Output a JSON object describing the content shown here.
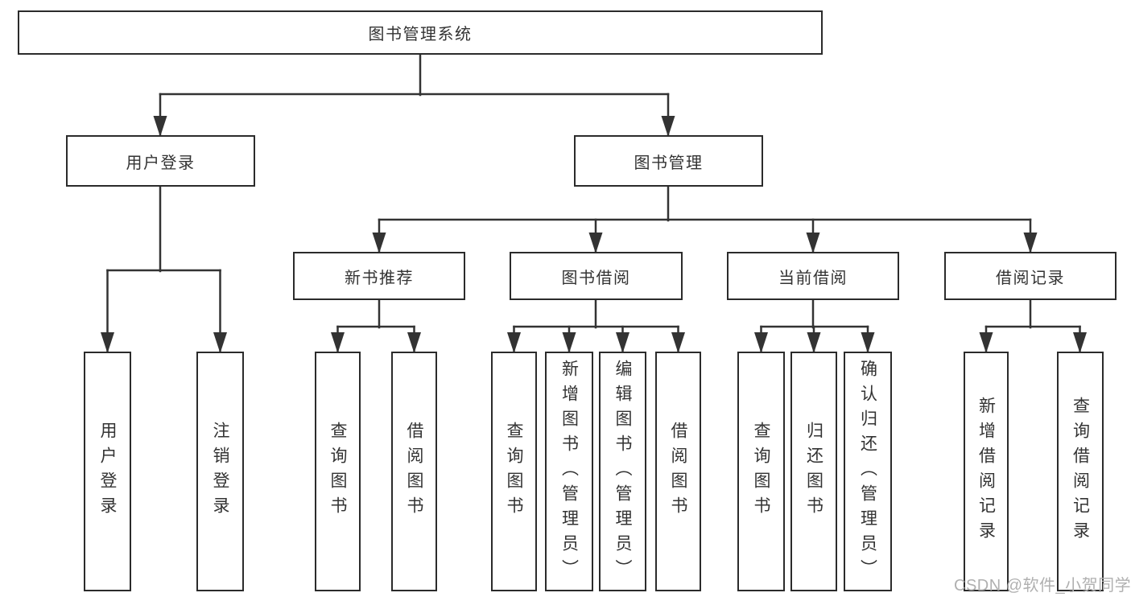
{
  "nodes": {
    "root": "图书管理系统",
    "user_login": "用户登录",
    "book_management": "图书管理",
    "new_book_recommend": "新书推荐",
    "book_borrow": "图书借阅",
    "current_borrow": "当前借阅",
    "borrow_record": "借阅记录",
    "leaf_user_login": "用户登录",
    "leaf_logout": "注销登录",
    "leaf_nb_query_book": "查询图书",
    "leaf_nb_borrow_book": "借阅图书",
    "leaf_bb_query_book": "查询图书",
    "leaf_bb_add_book": "新增图书（管理员）",
    "leaf_bb_edit_book": "编辑图书（管理员）",
    "leaf_bb_borrow_book": "借阅图书",
    "leaf_cb_query_book": "查询图书",
    "leaf_cb_return_book": "归还图书",
    "leaf_cb_confirm_return": "确认归还（管理员）",
    "leaf_br_add_record": "新增借阅记录",
    "leaf_br_query_record": "查询借阅记录"
  },
  "watermark": "CSDN @软件_小贺同学",
  "colors": {
    "line": "#333333",
    "box_border": "#2b2b2b",
    "text": "#333333",
    "watermark": "#b0b0b0",
    "background": "#ffffff"
  }
}
